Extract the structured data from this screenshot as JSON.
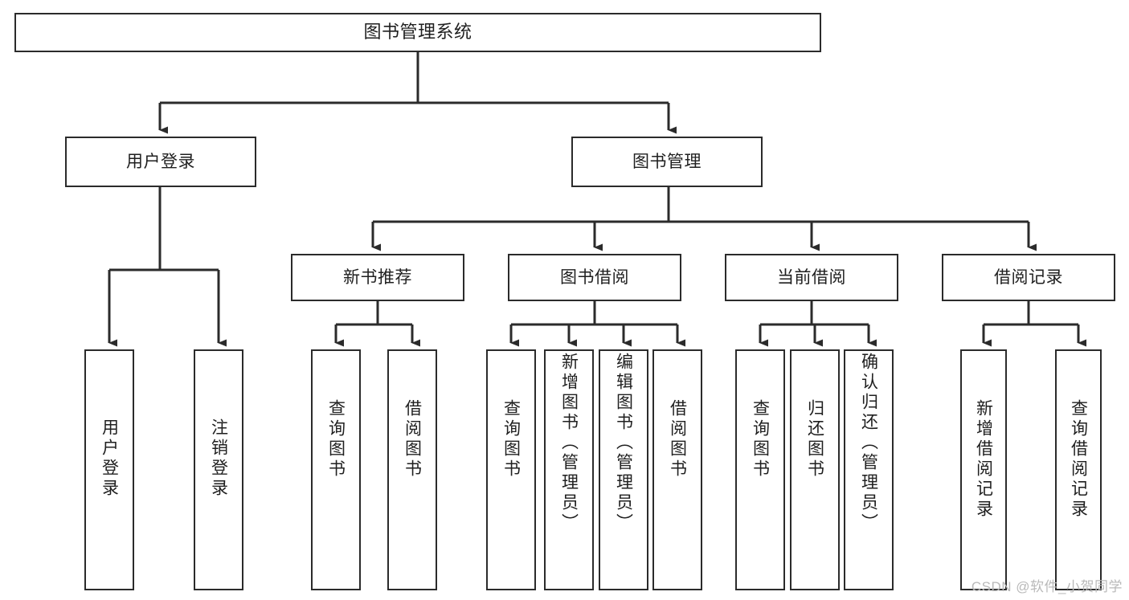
{
  "diagram": {
    "title": "图书管理系统",
    "watermark": "CSDN @软件_小贺同学",
    "line_color": "#2b2b2b",
    "box_fill": "#ffffff",
    "text_color": "#1f1f1f",
    "watermark_color": "#b9b9b9",
    "levels": {
      "root": "图书管理系统",
      "level2": [
        "用户登录",
        "图书管理"
      ],
      "level3": [
        "新书推荐",
        "图书借阅",
        "当前借阅",
        "借阅记录"
      ]
    },
    "nodes": {
      "root": "图书管理系统",
      "user_login": "用户登录",
      "book_manage": "图书管理",
      "new_book_rec": "新书推荐",
      "book_borrow": "图书借阅",
      "current_borrow": "当前借阅",
      "borrow_record": "借阅记录",
      "leaf_user_login": "用户登录",
      "leaf_logout": "注销登录",
      "leaf_query_book_1": "查询图书",
      "leaf_borrow_book_1": "借阅图书",
      "leaf_query_book_2": "查询图书",
      "leaf_add_book_admin": "新增图书（管理员）",
      "leaf_edit_book_admin": "编辑图书（管理员）",
      "leaf_borrow_book_2": "借阅图书",
      "leaf_query_book_3": "查询图书",
      "leaf_return_book": "归还图书",
      "leaf_confirm_return_admin": "确认归还（管理员）",
      "leaf_add_record": "新增借阅记录",
      "leaf_query_record": "查询借阅记录"
    },
    "tree": [
      {
        "label": "图书管理系统",
        "children": [
          {
            "label": "用户登录",
            "children": [
              {
                "label": "用户登录"
              },
              {
                "label": "注销登录"
              }
            ]
          },
          {
            "label": "图书管理",
            "children": [
              {
                "label": "新书推荐",
                "children": [
                  {
                    "label": "查询图书"
                  },
                  {
                    "label": "借阅图书"
                  }
                ]
              },
              {
                "label": "图书借阅",
                "children": [
                  {
                    "label": "查询图书"
                  },
                  {
                    "label": "新增图书（管理员）"
                  },
                  {
                    "label": "编辑图书（管理员）"
                  },
                  {
                    "label": "借阅图书"
                  }
                ]
              },
              {
                "label": "当前借阅",
                "children": [
                  {
                    "label": "查询图书"
                  },
                  {
                    "label": "归还图书"
                  },
                  {
                    "label": "确认归还（管理员）"
                  }
                ]
              },
              {
                "label": "借阅记录",
                "children": [
                  {
                    "label": "新增借阅记录"
                  },
                  {
                    "label": "查询借阅记录"
                  }
                ]
              }
            ]
          }
        ]
      }
    ]
  }
}
